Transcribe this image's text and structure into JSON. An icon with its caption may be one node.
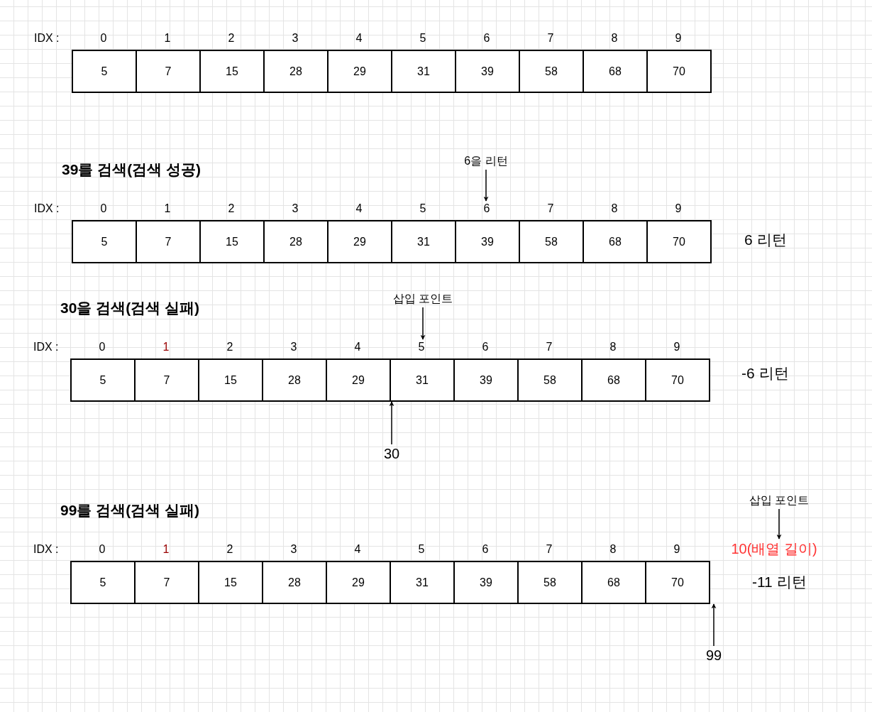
{
  "diagram": {
    "nodes": [
      {
        "text": [
          "0"
        ]
      },
      {
        "text": [
          "1"
        ]
      },
      {
        "text": [
          "2"
        ]
      },
      {
        "text": [
          "3"
        ]
      },
      {
        "text": [
          "4"
        ]
      },
      {
        "text": [
          "5"
        ]
      },
      {
        "text": [
          "6"
        ]
      },
      {
        "text": [
          "7"
        ]
      },
      {
        "text": [
          "8"
        ]
      },
      {
        "text": [
          "9"
        ]
      },
      {
        "text": [
          "5"
        ]
      },
      {
        "text": [
          "7"
        ]
      },
      {
        "text": [
          "15"
        ]
      },
      {
        "text": [
          "28"
        ]
      },
      {
        "text": [
          "29"
        ]
      },
      {
        "text": [
          "31"
        ]
      },
      {
        "text": [
          "39"
        ]
      },
      {
        "text": [
          "58"
        ]
      },
      {
        "text": [
          "68"
        ]
      },
      {
        "text": [
          "70"
        ]
      },
      {
        "text": [
          "6을 리턴"
        ]
      },
      {
        "text": [
          "0"
        ]
      },
      {
        "text": [
          "1"
        ]
      },
      {
        "text": [
          "2"
        ]
      },
      {
        "text": [
          "3"
        ]
      },
      {
        "text": [
          "4"
        ]
      },
      {
        "text": [
          "5"
        ]
      },
      {
        "text": [
          "6"
        ]
      },
      {
        "text": [
          "7"
        ]
      },
      {
        "text": [
          "8"
        ]
      },
      {
        "text": [
          "9"
        ]
      },
      {
        "text": [
          "5"
        ]
      },
      {
        "text": [
          "7"
        ]
      },
      {
        "text": [
          "15"
        ]
      },
      {
        "text": [
          "28"
        ]
      },
      {
        "text": [
          "29"
        ]
      },
      {
        "text": [
          "31"
        ]
      },
      {
        "text": [
          "39"
        ]
      },
      {
        "text": [
          "58"
        ]
      },
      {
        "text": [
          "68"
        ]
      },
      {
        "text": [
          "70"
        ]
      },
      {
        "text": [
          "삽입 포인트"
        ]
      },
      {
        "text": [
          "0"
        ]
      },
      {
        "text": [
          "1"
        ]
      },
      {
        "text": [
          "2"
        ]
      },
      {
        "text": [
          "3"
        ]
      },
      {
        "text": [
          "4"
        ]
      },
      {
        "text": [
          "5"
        ]
      },
      {
        "text": [
          "6"
        ]
      },
      {
        "text": [
          "7"
        ]
      },
      {
        "text": [
          "8"
        ]
      },
      {
        "text": [
          "9"
        ]
      },
      {
        "text": [
          "5"
        ]
      },
      {
        "text": [
          "7"
        ]
      },
      {
        "text": [
          "15"
        ]
      },
      {
        "text": [
          "28"
        ]
      },
      {
        "text": [
          "29"
        ]
      },
      {
        "text": [
          "31"
        ]
      },
      {
        "text": [
          "39"
        ]
      },
      {
        "text": [
          "58"
        ]
      },
      {
        "text": [
          "68"
        ]
      },
      {
        "text": [
          "70"
        ]
      },
      {
        "text": [
          "30"
        ]
      },
      {
        "text": [
          "삽입 포인트"
        ]
      },
      {
        "text": [
          "10(배열 길이)"
        ]
      },
      {
        "text": [
          "0"
        ]
      },
      {
        "text": [
          "1"
        ]
      },
      {
        "text": [
          "2"
        ]
      },
      {
        "text": [
          "3"
        ]
      },
      {
        "text": [
          "4"
        ]
      },
      {
        "text": [
          "5"
        ]
      },
      {
        "text": [
          "6"
        ]
      },
      {
        "text": [
          "7"
        ]
      },
      {
        "text": [
          "8"
        ]
      },
      {
        "text": [
          "9"
        ]
      },
      {
        "text": [
          "5"
        ]
      },
      {
        "text": [
          "7"
        ]
      },
      {
        "text": [
          "15"
        ]
      },
      {
        "text": [
          "28"
        ]
      },
      {
        "text": [
          "29"
        ]
      },
      {
        "text": [
          "31"
        ]
      },
      {
        "text": [
          "39"
        ]
      },
      {
        "text": [
          "58"
        ]
      },
      {
        "text": [
          "68"
        ]
      },
      {
        "text": [
          "70"
        ]
      },
      {
        "text": [
          "99"
        ]
      }
    ],
    "edges": [
      {
        "from": 20,
        "to": 27,
        "arrow": "to"
      },
      {
        "from": 41,
        "to": 47,
        "arrow": "to"
      },
      {
        "from": 62,
        "to": 56,
        "arrow": "to"
      },
      {
        "from": 63,
        "to": 64,
        "arrow": "to"
      },
      {
        "from": 85,
        "to": 84,
        "arrow": "to"
      }
    ],
    "labels": [
      "IDX :",
      "39를 검색(검색 성공)",
      "IDX :",
      "6 리턴",
      "30을 검색(검색 실패)",
      "IDX :",
      "-6 리턴",
      "99를 검색(검색 실패)",
      "IDX :",
      "-11 리턴"
    ]
  }
}
